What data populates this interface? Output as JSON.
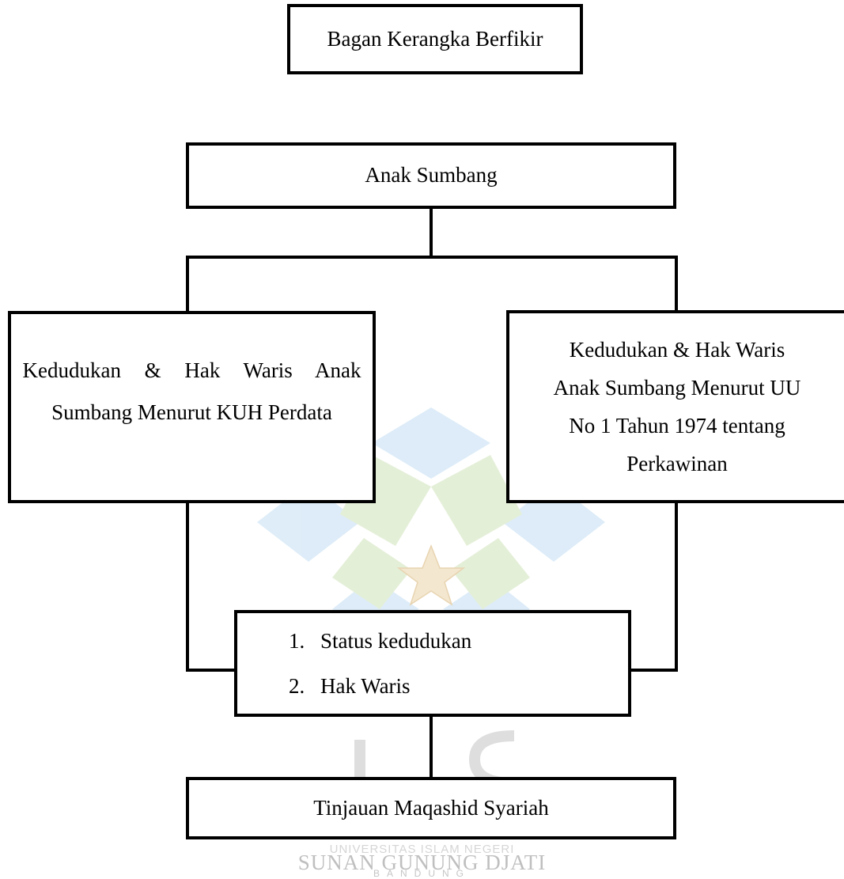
{
  "diagram": {
    "title": "Bagan Kerangka Berfikir",
    "root": "Anak Sumbang",
    "left_branch": "Kedudukan & Hak Waris Anak Sumbang Menurut KUH Perdata",
    "right_branch": {
      "lines": [
        "Kedudukan & Hak Waris",
        "Anak Sumbang Menurut UU",
        "No 1 Tahun 1974 tentang",
        "Perkawinan"
      ]
    },
    "analysis": {
      "items": [
        {
          "number": "1.",
          "label": "Status kedudukan"
        },
        {
          "number": "2.",
          "label": "Hak Waris"
        }
      ]
    },
    "conclusion": "Tinjauan Maqashid Syariah"
  },
  "watermark": {
    "university_line": "UNIVERSITAS ISLAM NEGERI",
    "name": "SUNAN GUNUNG DJATI",
    "city": "BANDUNG",
    "logo_text": "UIN",
    "colors": {
      "blue": "#dcecf8",
      "green": "#e3efd6",
      "star": "#f3e6cd",
      "gray": "#d9d9d9"
    }
  }
}
